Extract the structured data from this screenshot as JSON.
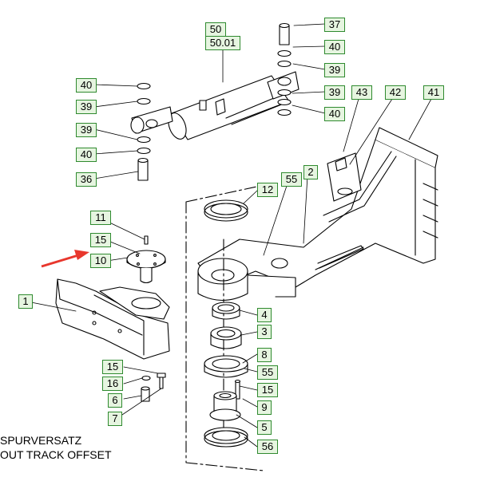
{
  "callouts": {
    "c50": "50",
    "c5001": "50.01",
    "c37": "37",
    "c40a": "40",
    "c39a": "39",
    "c39b": "39",
    "c40b": "40",
    "c43": "43",
    "c42": "42",
    "c41": "41",
    "c40c": "40",
    "c39c": "39",
    "c39d": "39",
    "c40d": "40",
    "c36": "36",
    "c2": "2",
    "c55a": "55",
    "c12": "12",
    "c11": "11",
    "c15a": "15",
    "c10": "10",
    "c1": "1",
    "c4": "4",
    "c3": "3",
    "c8": "8",
    "c55b": "55",
    "c15b": "15",
    "c15c": "15",
    "c16": "16",
    "c9": "9",
    "c6": "6",
    "c5": "5",
    "c7": "7",
    "c56": "56"
  },
  "caption": {
    "line1": "SPURVERSATZ",
    "line2": "OUT TRACK OFFSET"
  },
  "colors": {
    "callout_bg": "#e6f5e0",
    "callout_border": "#2f8a2f",
    "arrow": "#e8372d",
    "line": "#000000"
  }
}
